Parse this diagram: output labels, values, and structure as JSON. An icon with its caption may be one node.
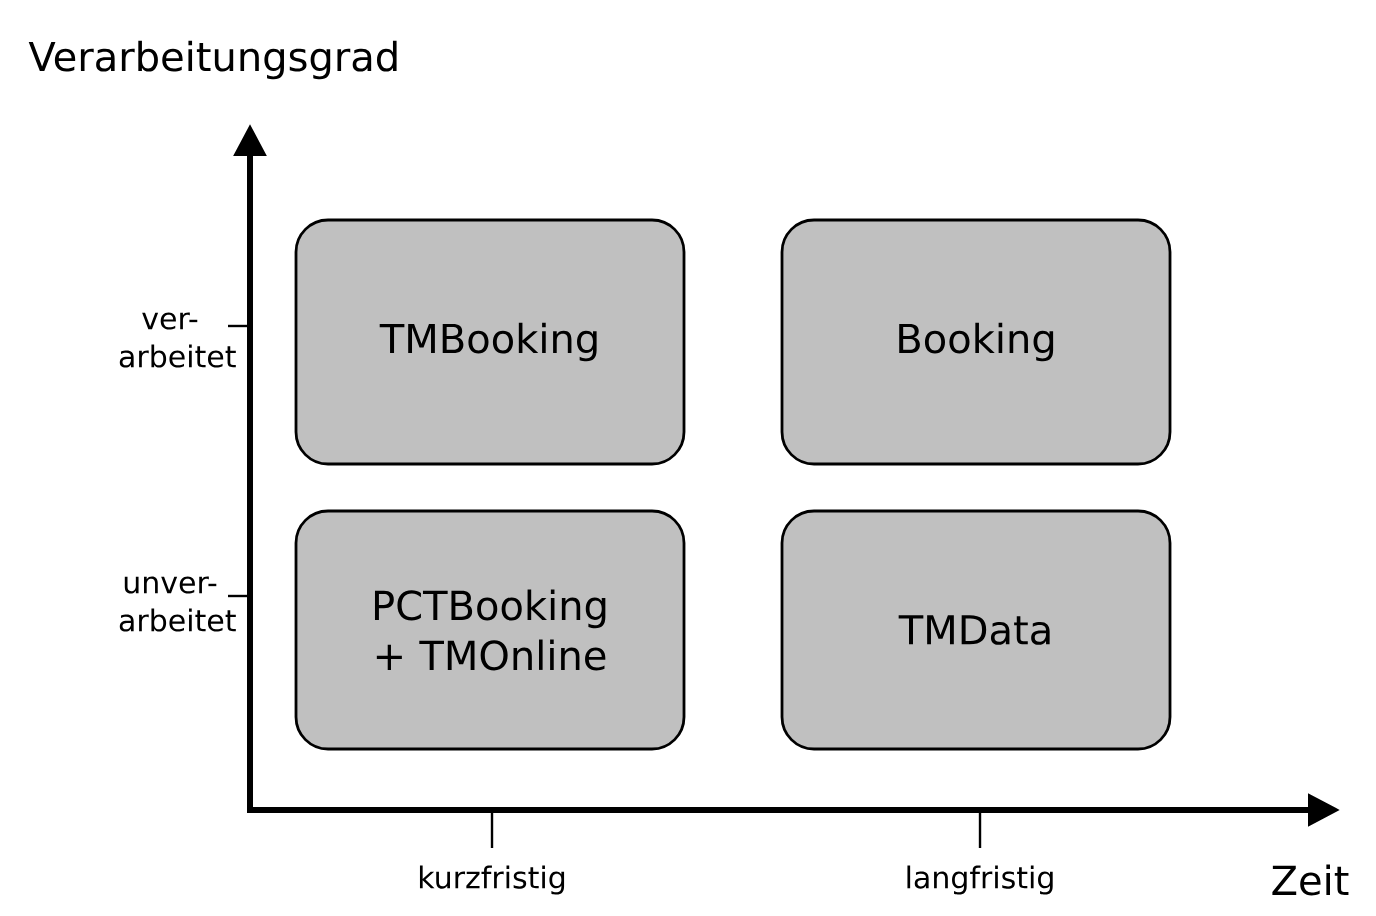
{
  "diagram": {
    "nodes": [
      {
        "text": [
          "TMBooking"
        ]
      },
      {
        "text": [
          "Booking"
        ]
      },
      {
        "text": [
          "PCTBooking + TMOnline"
        ]
      },
      {
        "text": [
          "TMData"
        ]
      }
    ],
    "labels": [
      "Verarbeitungsgrad",
      "ver- arbeitet",
      "unver- arbeitet",
      "kurzfristig",
      "langfristig",
      "Zeit"
    ]
  }
}
